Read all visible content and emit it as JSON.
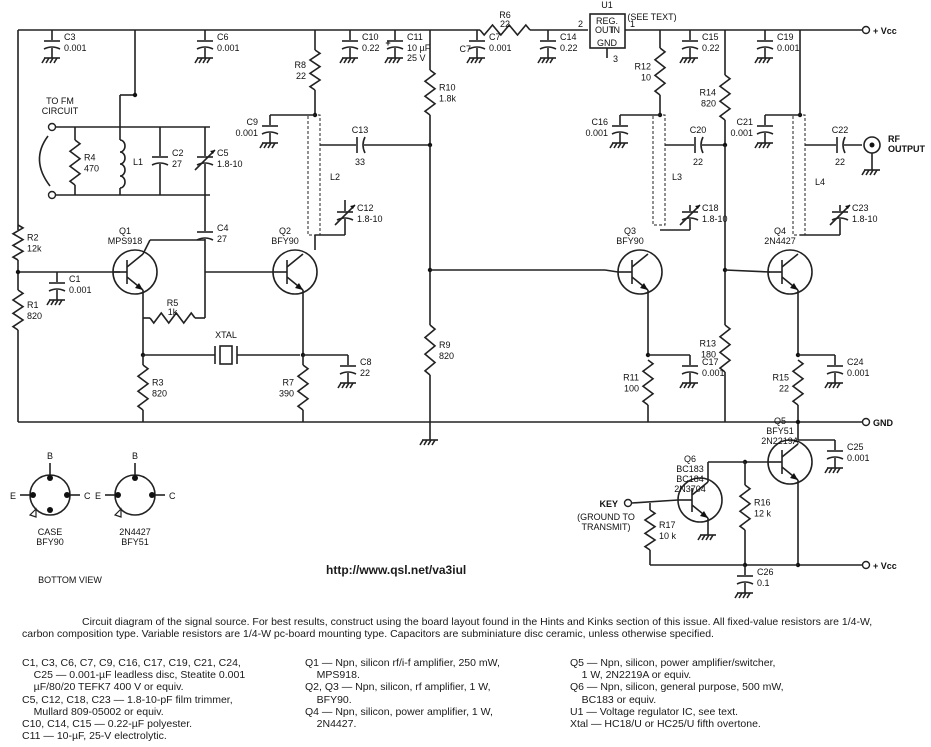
{
  "schematic": {
    "terminals": {
      "vcc_top": "+ Vcc",
      "vcc_bottom": "+ Vcc",
      "gnd": "GND",
      "rf_output": "RF\nOUTPUT",
      "to_fm_circuit": "TO FM\nCIRCUIT",
      "key": "KEY",
      "ground_to_transmit": "(GROUND TO\nTRANSMIT)"
    },
    "u1": {
      "label": "U1",
      "note": "(SEE TEXT)",
      "title": "REG.",
      "out": "OUT",
      "in": "IN",
      "gnd": "GND",
      "pin1": "1",
      "pin2": "2",
      "pin3": "3"
    },
    "resistors": [
      {
        "ref": "R1",
        "value": "820"
      },
      {
        "ref": "R2",
        "value": "12k"
      },
      {
        "ref": "R3",
        "value": "820"
      },
      {
        "ref": "R4",
        "value": "470"
      },
      {
        "ref": "R5",
        "value": "1k"
      },
      {
        "ref": "R6",
        "value": "22"
      },
      {
        "ref": "R7",
        "value": "390"
      },
      {
        "ref": "R8",
        "value": "22"
      },
      {
        "ref": "R9",
        "value": "820"
      },
      {
        "ref": "R10",
        "value": "1.8k"
      },
      {
        "ref": "R11",
        "value": "100"
      },
      {
        "ref": "R12",
        "value": "10"
      },
      {
        "ref": "R13",
        "value": "180"
      },
      {
        "ref": "R14",
        "value": "820"
      },
      {
        "ref": "R15",
        "value": "22"
      },
      {
        "ref": "R16",
        "value": "12 k"
      },
      {
        "ref": "R17",
        "value": "10 k"
      }
    ],
    "capacitors": [
      {
        "ref": "C1",
        "value": "0.001"
      },
      {
        "ref": "C2",
        "value": "27"
      },
      {
        "ref": "C3",
        "value": "0.001"
      },
      {
        "ref": "C4",
        "value": "27"
      },
      {
        "ref": "C5",
        "value": "1.8-10"
      },
      {
        "ref": "C6",
        "value": "0.001"
      },
      {
        "ref": "C7",
        "value": "0.001"
      },
      {
        "ref": "C8",
        "value": "22"
      },
      {
        "ref": "C9",
        "value": "0.001"
      },
      {
        "ref": "C10",
        "value": "0.22"
      },
      {
        "ref": "C11",
        "value": "10 µF\n25 V"
      },
      {
        "ref": "C12",
        "value": "1.8-10"
      },
      {
        "ref": "C13",
        "value": "33"
      },
      {
        "ref": "C14",
        "value": "0.22"
      },
      {
        "ref": "C15",
        "value": "0.22"
      },
      {
        "ref": "C16",
        "value": "0.001"
      },
      {
        "ref": "C17",
        "value": "0.001"
      },
      {
        "ref": "C18",
        "value": "1.8-10"
      },
      {
        "ref": "C19",
        "value": "0.001"
      },
      {
        "ref": "C20",
        "value": "22"
      },
      {
        "ref": "C21",
        "value": "0.001"
      },
      {
        "ref": "C22",
        "value": "22"
      },
      {
        "ref": "C23",
        "value": "1.8-10"
      },
      {
        "ref": "C24",
        "value": "0.001"
      },
      {
        "ref": "C25",
        "value": "0.001"
      },
      {
        "ref": "C26",
        "value": "0.1"
      }
    ],
    "inductors": [
      "L1",
      "L2",
      "L3",
      "L4"
    ],
    "crystal": "XTAL",
    "transistors": [
      {
        "ref": "Q1",
        "type": "MPS918"
      },
      {
        "ref": "Q2",
        "type": "BFY90"
      },
      {
        "ref": "Q3",
        "type": "BFY90"
      },
      {
        "ref": "Q4",
        "type": "2N4427"
      },
      {
        "ref": "Q5",
        "type": "BFY51\n2N2219A"
      },
      {
        "ref": "Q6",
        "type": "BC183\nBC184\n2N3704"
      }
    ],
    "pinout": {
      "title": "BOTTOM VIEW",
      "left_label": "CASE\nBFY90",
      "right_label": "2N4427\nBFY51",
      "b": "B",
      "e": "E",
      "c": "C"
    }
  },
  "url": "http://www.qsl.net/va3iul",
  "caption": "Circuit diagram of the signal source. For best results, construct using the board layout found in the Hints and Kinks section of this issue. All fixed-value resistors are 1/4-W, carbon composition type. Variable resistors are 1/4-W pc-board mounting type. Capacitors are subminiature disc ceramic, unless otherwise specified.",
  "legend": {
    "col1": [
      "C1, C3, C6, C7, C9, C16, C17, C19, C21, C24,",
      "    C25 — 0.001-µF leadless disc, Steatite 0.001",
      "    µF/80/20 TEFK7 400 V or equiv.",
      "C5, C12, C18, C23 — 1.8-10-pF film trimmer,",
      "    Mullard 809-05002 or equiv.",
      "C10, C14, C15 — 0.22-µF polyester.",
      "C11 — 10-µF, 25-V electrolytic."
    ],
    "col2": [
      "Q1 — Npn, silicon rf/i-f amplifier, 250 mW,",
      "    MPS918.",
      "Q2, Q3 — Npn, silicon, rf amplifier, 1 W,",
      "    BFY90.",
      "Q4 — Npn, silicon, power amplifier, 1 W,",
      "    2N4427."
    ],
    "col3": [
      "Q5 — Npn, silicon, power amplifier/switcher,",
      "    1 W, 2N2219A or equiv.",
      "Q6 — Npn, silicon, general purpose, 500 mW,",
      "    BC183 or equiv.",
      "U1 — Voltage regulator IC, see text.",
      "Xtal — HC18/U or HC25/U fifth overtone."
    ]
  }
}
